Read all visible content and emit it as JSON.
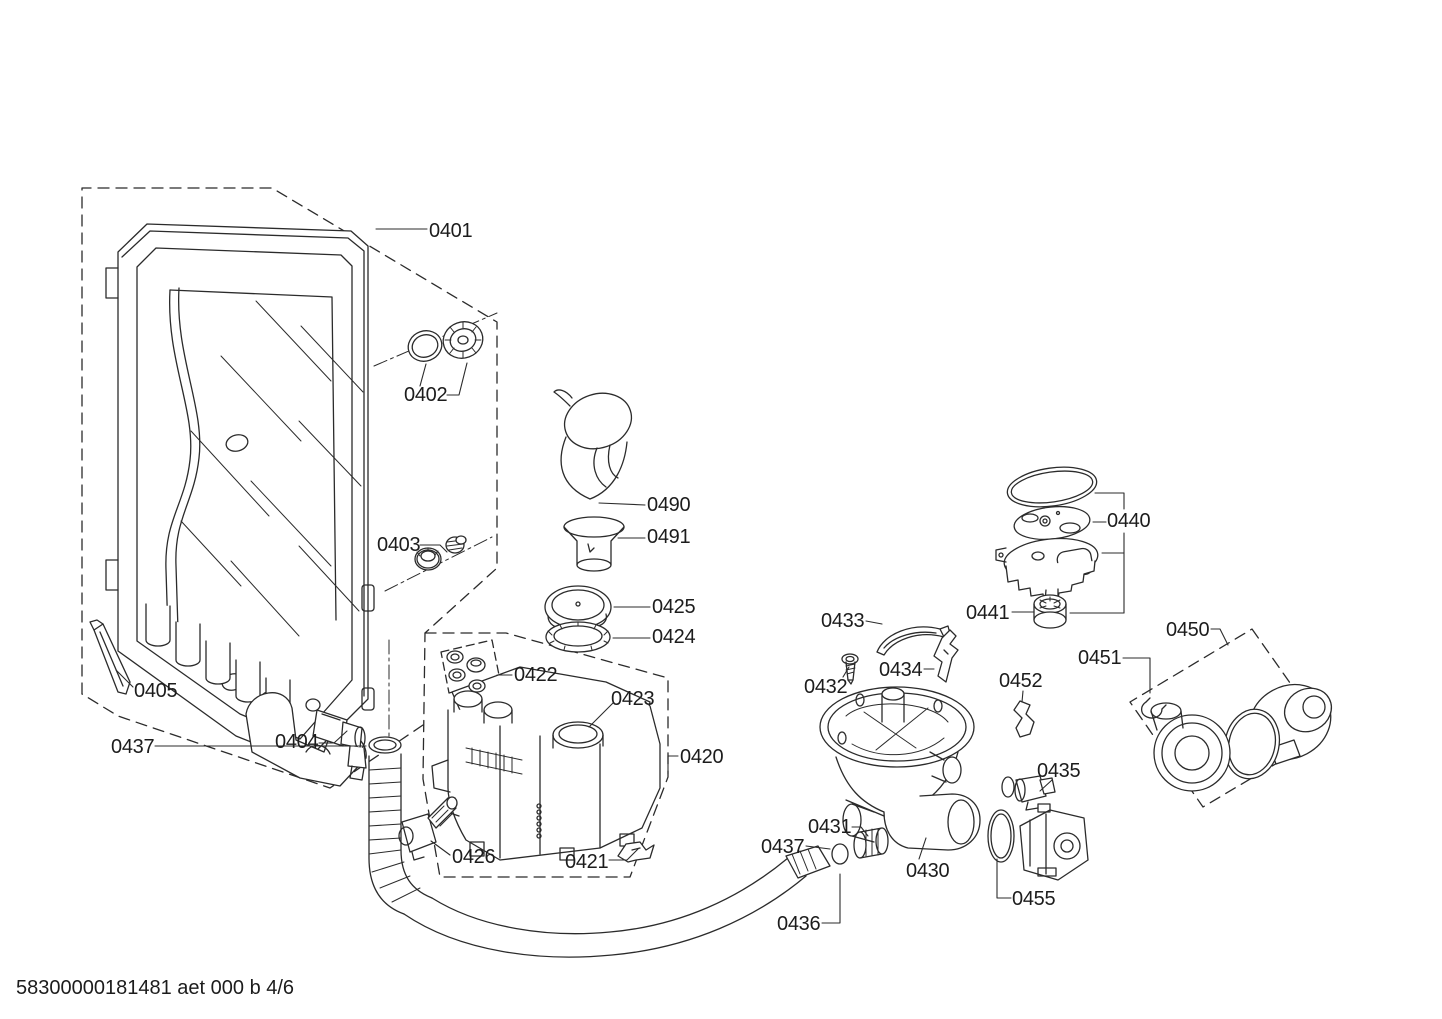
{
  "page": {
    "background": "#ffffff",
    "line_color": "#2b2b2b",
    "footer_text": "58300000181481 aet 000 b 4/6"
  },
  "parts": {
    "p0401": "0401",
    "p0402": "0402",
    "p0403": "0403",
    "p0404": "0404",
    "p0405": "0405",
    "p0420": "0420",
    "p0421": "0421",
    "p0422": "0422",
    "p0423": "0423",
    "p0424": "0424",
    "p0425": "0425",
    "p0426": "0426",
    "p0430": "0430",
    "p0431": "0431",
    "p0432": "0432",
    "p0433": "0433",
    "p0434": "0434",
    "p0435": "0435",
    "p0436": "0436",
    "p0437": "0437",
    "p0440": "0440",
    "p0441": "0441",
    "p0450": "0450",
    "p0451": "0451",
    "p0452": "0452",
    "p0455": "0455",
    "p0490": "0490",
    "p0491": "0491"
  }
}
